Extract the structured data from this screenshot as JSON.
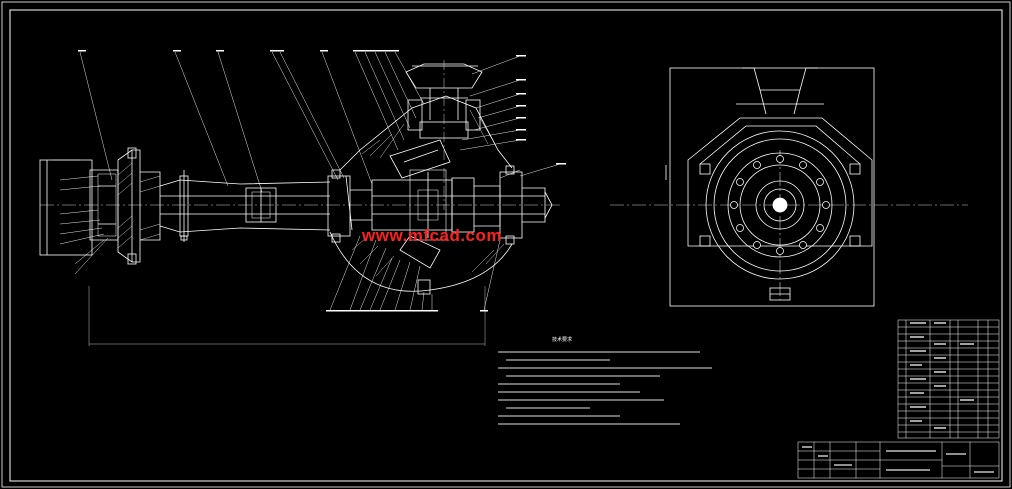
{
  "watermark": {
    "text": "www.mfcad.com",
    "color": "#ff2020"
  },
  "colors": {
    "background": "#000000",
    "lines": "#ffffff",
    "centerline": "#cfcfcf",
    "dim": "#bfbfbf"
  },
  "technical_requirements": {
    "title": "技术要求"
  },
  "icons": [
    "drawing-frame",
    "section-view",
    "side-view",
    "title-block",
    "parts-list",
    "watermark"
  ]
}
